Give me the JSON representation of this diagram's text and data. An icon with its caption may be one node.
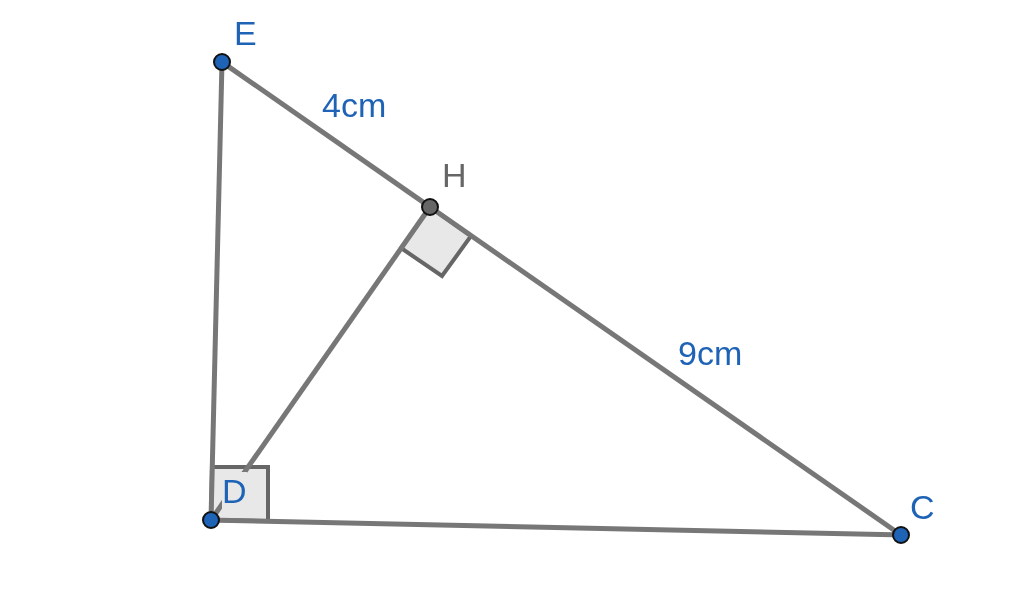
{
  "diagram": {
    "nodes": [
      {
        "text": [
          "E"
        ]
      },
      {
        "text": [
          "H"
        ]
      },
      {
        "text": [
          "D"
        ]
      },
      {
        "text": [
          "C"
        ]
      }
    ],
    "edges": [
      {
        "from": 0,
        "to": 1,
        "arrow": "none",
        "label": "4cm"
      },
      {
        "from": 1,
        "to": 3,
        "arrow": "none",
        "label": "9cm"
      },
      {
        "from": 0,
        "to": 2,
        "arrow": "none"
      },
      {
        "from": 2,
        "to": 3,
        "arrow": "none"
      },
      {
        "from": 2,
        "to": 1,
        "arrow": "none"
      }
    ]
  }
}
